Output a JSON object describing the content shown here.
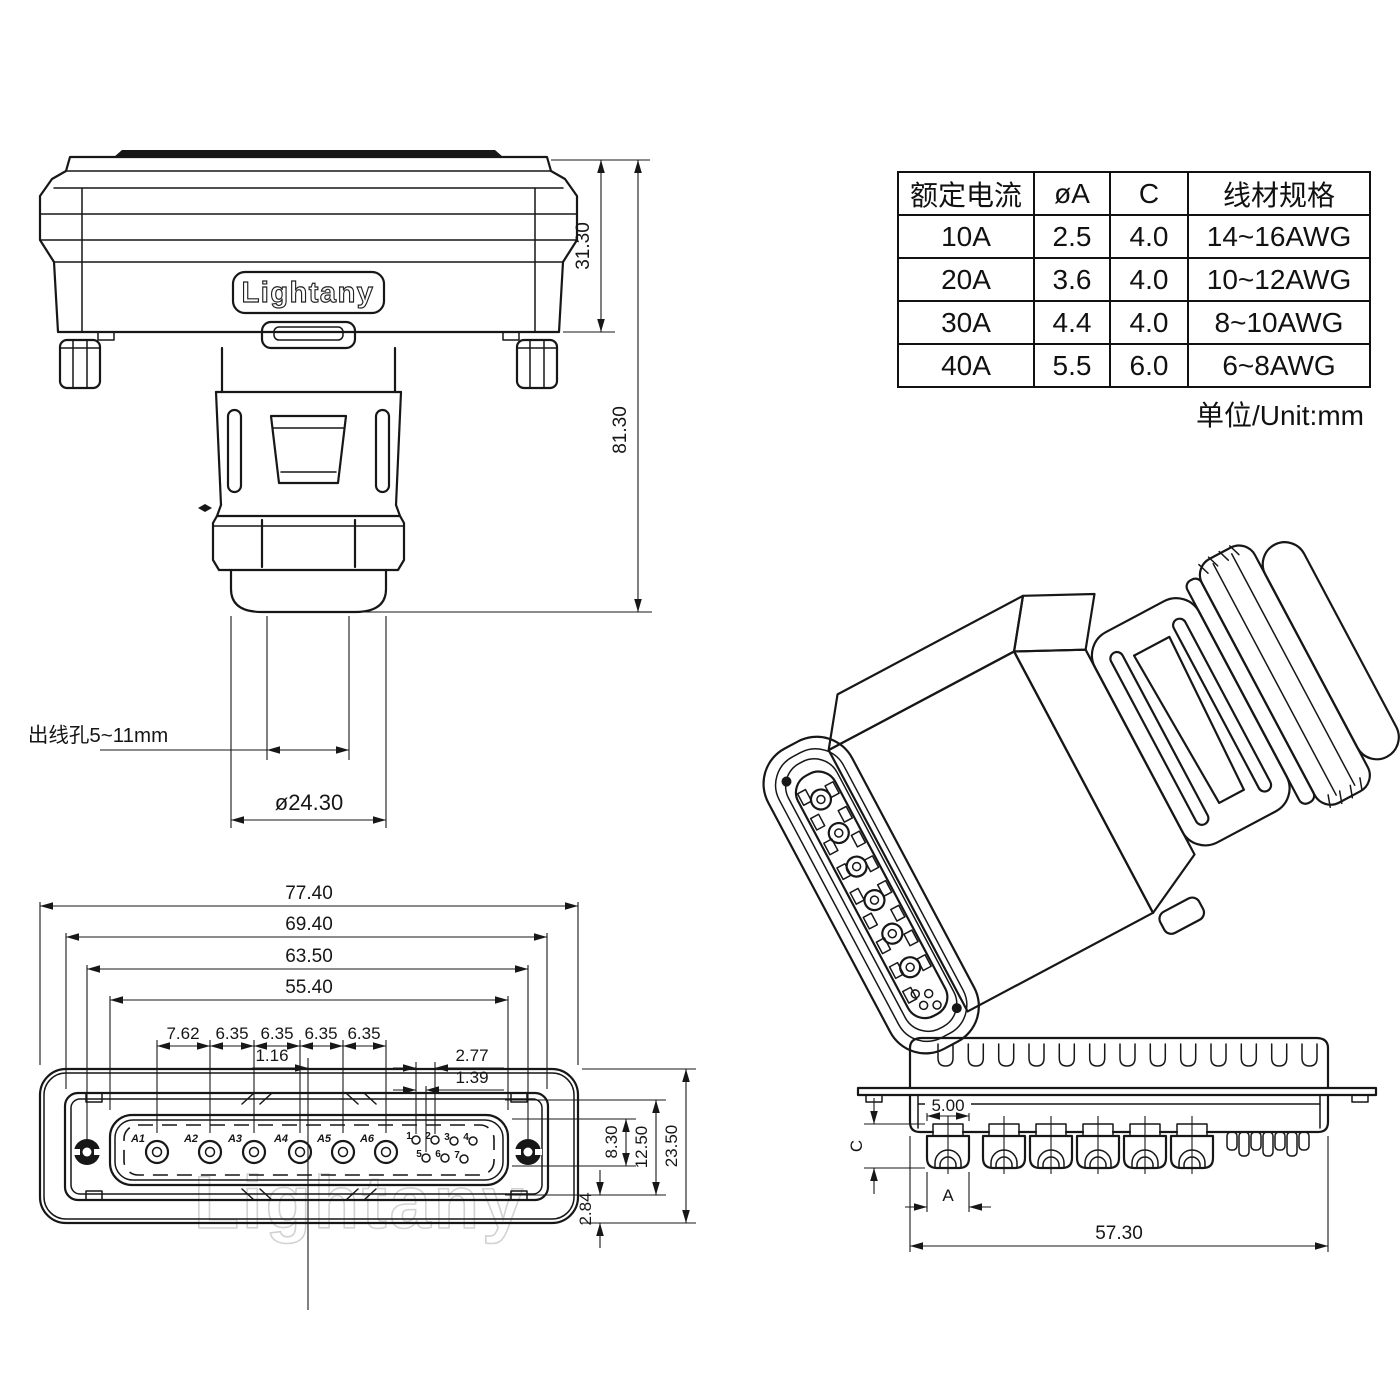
{
  "brand_plate": "Lightany",
  "watermark": "Lightany",
  "views": {
    "front": {
      "dim_body_height": "31.30",
      "dim_total_height": "81.30",
      "cable_hole_label": "出线孔5~11mm",
      "gland_diameter": "ø24.30"
    },
    "face": {
      "dim_overall_width": "77.40",
      "dim_flange_width": "69.40",
      "dim_hole_spacing": "63.50",
      "dim_opening_width": "55.40",
      "pitch_dims": [
        "7.62",
        "6.35",
        "6.35",
        "6.35",
        "6.35"
      ],
      "dim_center_offset": "1.16",
      "dim_small_pitch": "2.77",
      "dim_small_row_offset": "1.39",
      "dim_pin_zone_height": "8.30",
      "dim_opening_height": "12.50",
      "dim_overall_height": "23.50",
      "dim_flange_to_edge": "2.84",
      "power_pin_labels": [
        "A1",
        "A2",
        "A3",
        "A4",
        "A5",
        "A6"
      ],
      "signal_pin_labels_top": [
        "1",
        "2",
        "3",
        "4"
      ],
      "signal_pin_labels_bottom": [
        "5",
        "6",
        "7"
      ]
    },
    "side": {
      "dim_cup_width": "5.00",
      "dim_cup_depth_label": "C",
      "dim_pin_diameter_label": "A",
      "dim_overall_length": "57.30"
    }
  },
  "spec_table": {
    "headers": [
      "额定电流",
      "øA",
      "C",
      "线材规格"
    ],
    "rows": [
      [
        "10A",
        "2.5",
        "4.0",
        "14~16AWG"
      ],
      [
        "20A",
        "3.6",
        "4.0",
        "10~12AWG"
      ],
      [
        "30A",
        "4.4",
        "4.0",
        "8~10AWG"
      ],
      [
        "40A",
        "5.5",
        "6.0",
        "6~8AWG"
      ]
    ],
    "unit_note": "单位/Unit:mm"
  }
}
